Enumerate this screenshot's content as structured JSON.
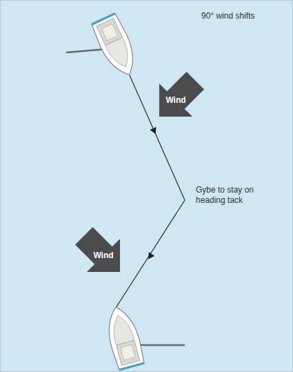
{
  "diagram": {
    "title": "90° wind shifts",
    "nodes": [
      {
        "text": [
          "Wind"
        ]
      },
      {
        "text": [
          "Wind"
        ]
      }
    ],
    "labels": [
      "Gybe to stay on heading tack"
    ]
  }
}
